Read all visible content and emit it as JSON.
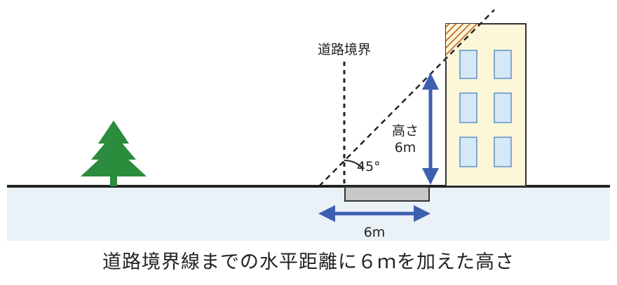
{
  "labels": {
    "road_boundary": "道路境界",
    "angle": "45°",
    "height_line1": "高さ",
    "height_line2": "6m",
    "width": "6m"
  },
  "caption": "道路境界線までの水平距離に６ｍを加えた高さ",
  "colors": {
    "ground_fill": "#eaf2f7",
    "ground_line": "#222222",
    "tree": "#2a8c3c",
    "arrow": "#3d5fb0",
    "building_fill": "#fdf7d9",
    "window_fill": "#d5e8f5",
    "window_stroke": "#7fa8cf",
    "hatch": "#c9783a",
    "road": "#c8c8c8"
  }
}
